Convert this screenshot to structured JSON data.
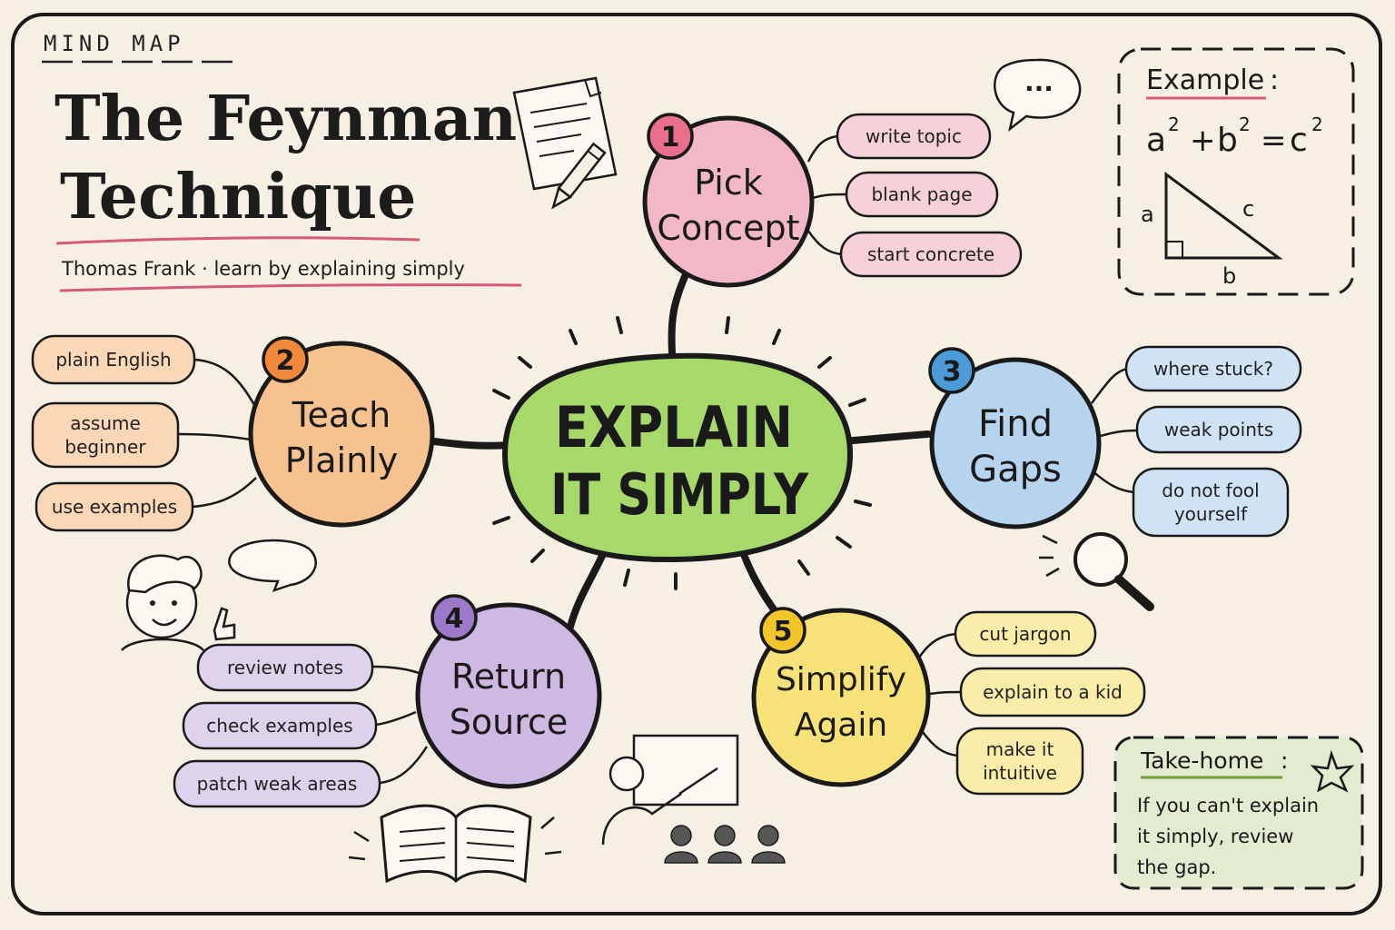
{
  "header": {
    "kicker": "MIND MAP",
    "title_line1": "The Feynman",
    "title_line2": "Technique",
    "subtitle": "Thomas Frank · learn by explaining simply"
  },
  "center": {
    "line1": "EXPLAIN",
    "line2": "IT SIMPLY"
  },
  "colors": {
    "pink": "#f2b8c6",
    "pink_badge": "#ea6f8c",
    "orange": "#f6c290",
    "orange_badge": "#f08a3a",
    "blue": "#b7d4ef",
    "blue_badge": "#4a9bd8",
    "purple": "#cdb9e2",
    "purple_badge": "#9c79c9",
    "yellow": "#f7e27a",
    "yellow_badge": "#f2c62b",
    "center_green": "#a6d96a",
    "takehome_green": "#e3ecd0",
    "ink": "#1a1a1a",
    "paper": "#f6f0e4",
    "red_underline": "#d9587a"
  },
  "steps": [
    {
      "number": "1",
      "line1": "Pick",
      "line2": "Concept",
      "items": [
        [
          "write topic"
        ],
        [
          "blank page"
        ],
        [
          "start concrete"
        ]
      ]
    },
    {
      "number": "2",
      "line1": "Teach",
      "line2": "Plainly",
      "items": [
        [
          "plain English"
        ],
        [
          "assume",
          "beginner"
        ],
        [
          "use examples"
        ]
      ]
    },
    {
      "number": "3",
      "line1": "Find",
      "line2": "Gaps",
      "items": [
        [
          "where stuck?"
        ],
        [
          "weak points"
        ],
        [
          "do not fool",
          "yourself"
        ]
      ]
    },
    {
      "number": "4",
      "line1": "Return",
      "line2": "Source",
      "items": [
        [
          "review notes"
        ],
        [
          "check examples"
        ],
        [
          "patch weak areas"
        ]
      ]
    },
    {
      "number": "5",
      "line1": "Simplify",
      "line2": "Again",
      "items": [
        [
          "cut jargon"
        ],
        [
          "explain to a kid"
        ],
        [
          "make it",
          "intuitive"
        ]
      ]
    }
  ],
  "example_box": {
    "heading": "Example",
    "colon": ":",
    "formula": {
      "a": "a",
      "b": "b",
      "c": "c",
      "exponent": "2",
      "plus": "+",
      "equals": "="
    },
    "triangle_labels": {
      "side_a": "a",
      "side_b": "b",
      "side_c": "c"
    }
  },
  "takehome_box": {
    "heading": "Take-home",
    "colon": ":",
    "lines": [
      "If you can't explain",
      "it simply, review",
      "the gap."
    ]
  },
  "speech_bubble_top": "...",
  "icons": [
    "notepad-pencil-icon",
    "speech-bubble-icon",
    "magnifier-icon",
    "student-pointing-icon",
    "open-book-icon",
    "teacher-board-icon",
    "star-icon"
  ]
}
